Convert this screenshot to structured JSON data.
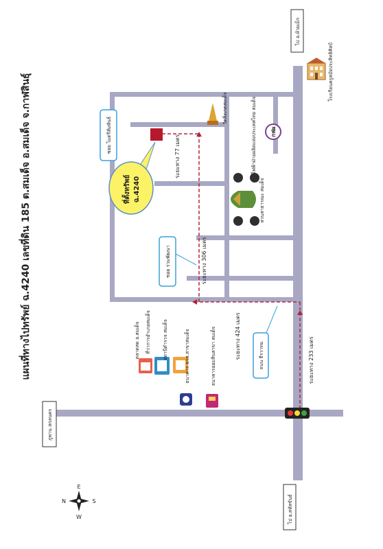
{
  "title": "แผนที่ทางไปทรัพย์ ฉ.4240 เลขที่ดิน 185 ต.สมเด็จ อ.สมเด็จ จ.กาฬสินธุ์",
  "labels": {
    "to_huai_mek": "ไป อ.ห้วยเม็ก",
    "to_sahatsakhan": "ไป อ.สหัสขันธ์",
    "to_kuchinarai": "ภูพาน สกลนคร",
    "school": "โรงเรียนครูสมัยประสิทธิศิลป์",
    "egat_name": "การไฟฟ้าฝ่ายผลิตแห่งประเทศไทย สมเด็จ",
    "egat_logo": "กฟผ",
    "temple": "วัดสิ่งเกตสมเด็จ",
    "park": "สวนสาธารณะ สมเด็จ",
    "soi_mittraphap": "ซอย ไมตรีสัมพันธ์",
    "soi_ruamphatthana": "ซอย ร่วมพัฒนา",
    "road_thepmongkol": "ถนน ธีรวาทม",
    "property_line1": "ที่ตั้งทรัพย์",
    "property_line2": "ฉ.4240",
    "dist_77": "ระยะทาง 77 เมตร",
    "dist_306": "ระยะทาง 306 เมตร",
    "dist_424": "ระยะทาง 424 เมตร",
    "dist_233": "ระยะทาง 233 เมตร",
    "market": "ตลาดสด อ.สมเด็จ",
    "district_office": "ที่ว่าการอำเภอสมเด็จ",
    "police": "สถานีตำรวจ สมเด็จ",
    "baac_bank": "ธนาคาร ธกส.สาขาสมเด็จ",
    "gsb_bank": "ธนาคารออมสินสาขา สมเด็จ",
    "compass_n": "N",
    "compass_s": "S",
    "compass_e": "E",
    "compass_w": "W"
  },
  "colors": {
    "road": "#a8a8c4",
    "property": "#b51a2c",
    "callout": "#fbf266",
    "dashed": "#b5243a",
    "pointer": "#3aa0d8",
    "traffic_light_body": "#222222"
  }
}
